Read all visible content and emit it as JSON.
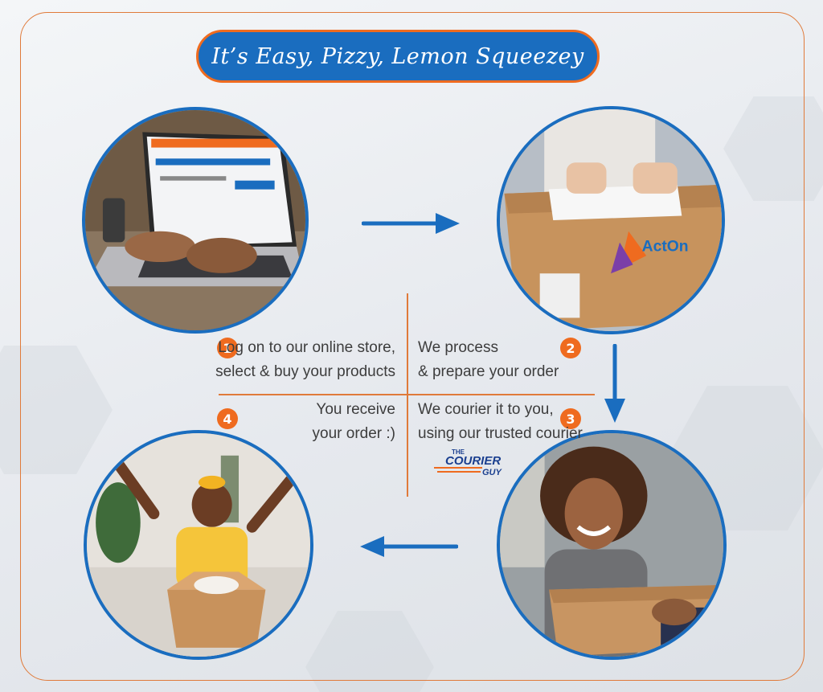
{
  "title": "It’s Easy, Pizzy, Lemon Squeezey",
  "steps": [
    {
      "number": "1",
      "lines": [
        "Log on to our online store,",
        "select & buy your products"
      ]
    },
    {
      "number": "2",
      "lines": [
        "We process",
        "& prepare your order"
      ]
    },
    {
      "number": "3",
      "lines": [
        "We courier it to you,",
        "using our trusted courier"
      ]
    },
    {
      "number": "4",
      "lines": [
        "You receive",
        "your order :)"
      ]
    }
  ],
  "box_logo": "ActOn",
  "courier_logo": {
    "top": "THE",
    "middle": "COURIER",
    "bottom": "GUY"
  },
  "colors": {
    "brand_blue": "#1a6dbf",
    "accent_orange": "#ef6b1f"
  }
}
